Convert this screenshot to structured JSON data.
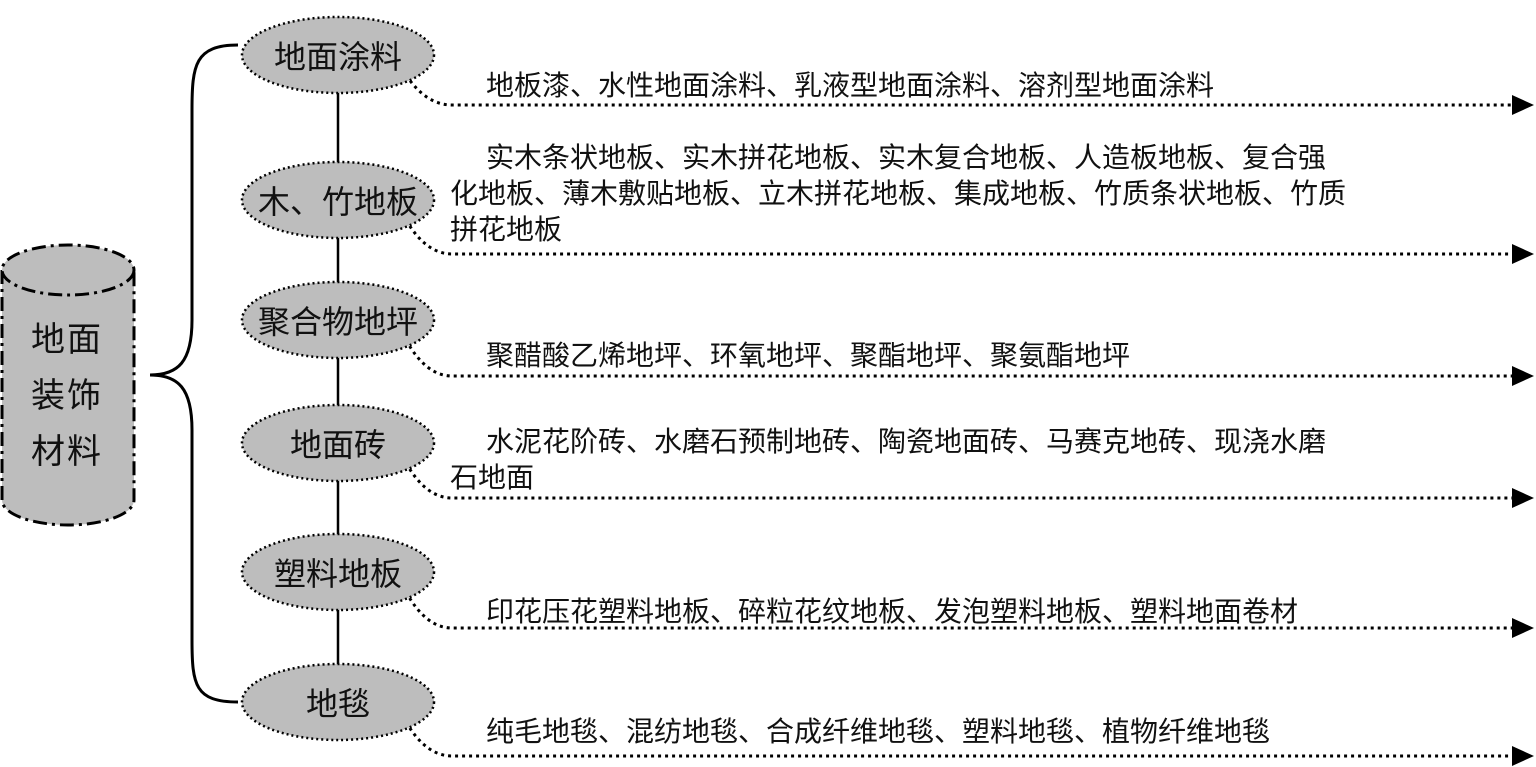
{
  "root": {
    "lines": [
      "地面",
      "装饰",
      "材料"
    ],
    "fill": "#bdbdbd"
  },
  "categories": [
    {
      "label": "地面涂料",
      "items": [
        "地板漆、水性地面涂料、乳液型地面涂料、溶剂型地面涂料"
      ]
    },
    {
      "label": "木、竹地板",
      "items": [
        "实木条状地板、实木拼花地板、实木复合地板、人造板地板、复合强",
        "化地板、薄木敷贴地板、立木拼花地板、集成地板、竹质条状地板、竹质",
        "拼花地板"
      ]
    },
    {
      "label": "聚合物地坪",
      "items": [
        "聚醋酸乙烯地坪、环氧地坪、聚酯地坪、聚氨酯地坪"
      ]
    },
    {
      "label": "地面砖",
      "items": [
        "水泥花阶砖、水磨石预制地砖、陶瓷地面砖、马赛克地砖、现浇水磨",
        "石地面"
      ]
    },
    {
      "label": "塑料地板",
      "items": [
        "印花压花塑料地板、碎粒花纹地板、发泡塑料地板、塑料地面卷材"
      ]
    },
    {
      "label": "地毯",
      "items": [
        "纯毛地毯、混纺地毯、合成纤维地毯、塑料地毯、植物纤维地毯"
      ]
    }
  ],
  "colors": {
    "ellipse_fill": "#bdbdbd",
    "line": "#000000"
  }
}
